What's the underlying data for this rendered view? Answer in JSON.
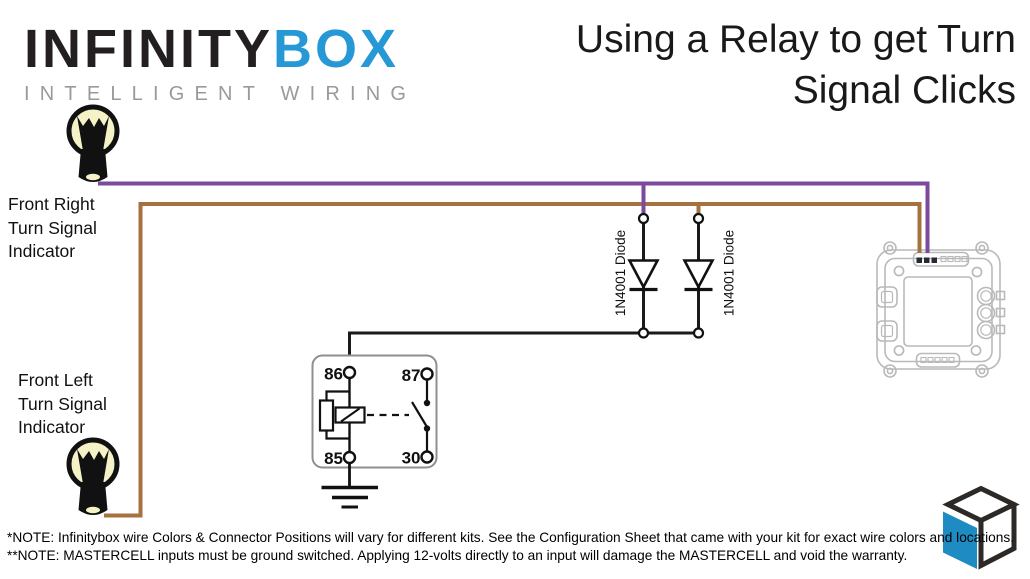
{
  "logo": {
    "brand_primary": "INFINITY",
    "brand_secondary": "BOX",
    "tagline": "INTELLIGENT WIRING"
  },
  "title": {
    "line1": "Using a Relay to get Turn",
    "line2": "Signal Clicks"
  },
  "labels": {
    "front_right": [
      "Front Right",
      "Turn Signal",
      "Indicator"
    ],
    "front_left": [
      "Front Left",
      "Turn Signal",
      "Indicator"
    ],
    "diode1": "1N4001 Diode",
    "diode2": "1N4001 Diode"
  },
  "relay": {
    "pin_top_left": "86",
    "pin_top_right": "87",
    "pin_bottom_left": "85",
    "pin_bottom_right": "30"
  },
  "notes": {
    "line1": "*NOTE: Infinitybox wire Colors & Connector Positions will vary for different kits.  See the Configuration Sheet that came with your kit for exact wire colors and locations.",
    "line2": "**NOTE: MASTERCELL inputs must be ground switched.  Applying 12-volts directly to an input will damage the MASTERCELL and void the warranty."
  },
  "icons": {
    "bulb_top": "light-bulb",
    "bulb_bottom": "light-bulb",
    "cube": "infinitybox-cube-logo",
    "device": "mastercell-unit",
    "relay": "automotive-relay-symbol",
    "ground": "ground-symbol"
  },
  "colors": {
    "brand_blue": "#2598d5",
    "tagline_gray": "#9a9a9a",
    "wire_purple": "#7b4a9e",
    "wire_brown": "#a5713f",
    "wire_black": "#1a1a1a",
    "bulb_fill": "#f5f2c8",
    "device_gray": "#b9b9b9",
    "cube_blue": "#1e8bc3"
  }
}
